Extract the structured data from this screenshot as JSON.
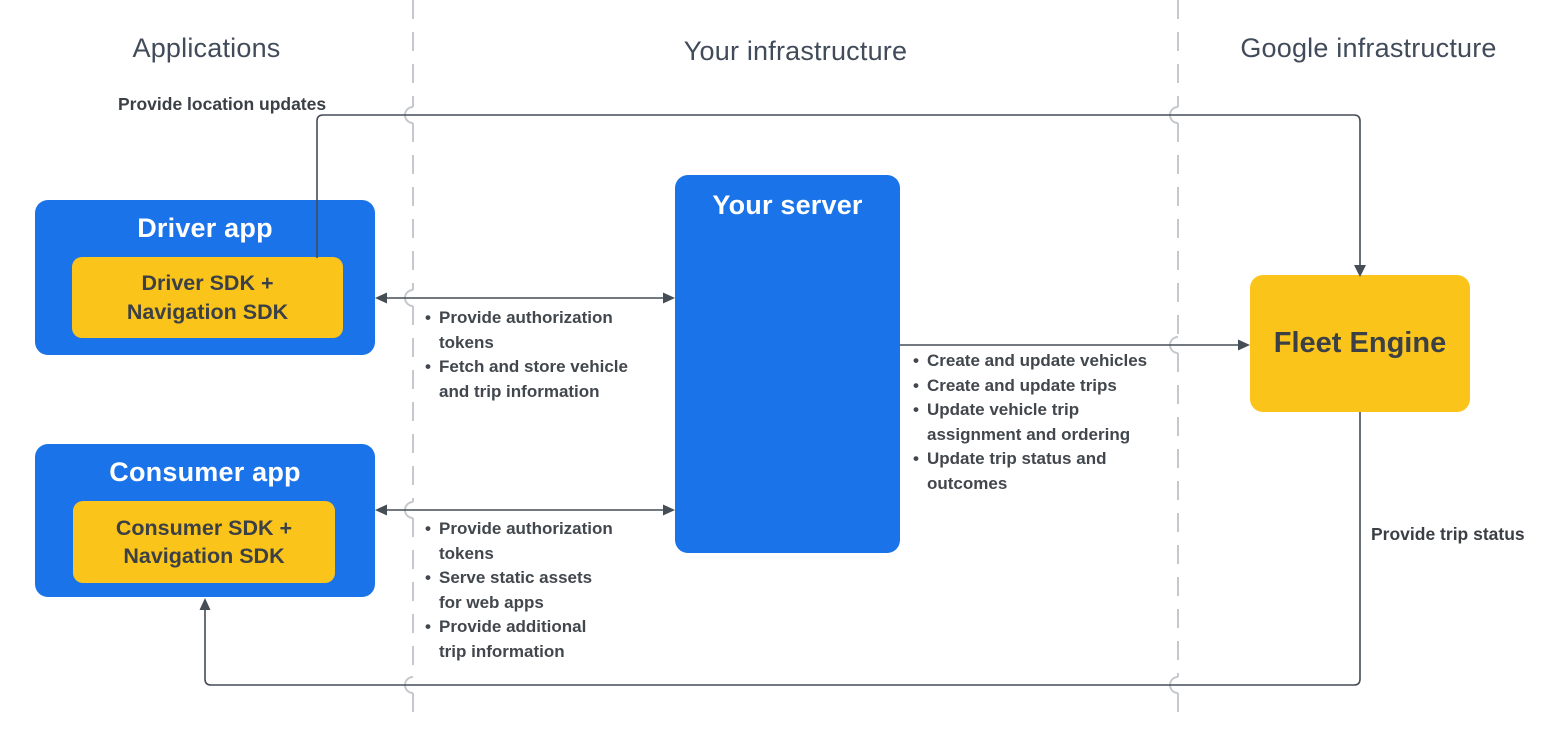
{
  "columns": {
    "applications": "Applications",
    "your_infrastructure": "Your infrastructure",
    "google_infrastructure": "Google infrastructure"
  },
  "nodes": {
    "driver_app": {
      "title": "Driver app",
      "sdk": "Driver SDK +\nNavigation SDK"
    },
    "consumer_app": {
      "title": "Consumer app",
      "sdk": "Consumer SDK +\nNavigation SDK"
    },
    "your_server": {
      "title": "Your server"
    },
    "fleet_engine": {
      "title": "Fleet Engine"
    }
  },
  "edge_labels": {
    "provide_location_updates": "Provide location updates",
    "provide_trip_status": "Provide trip status"
  },
  "bullet_lists": {
    "driver_server": {
      "items": [
        "Provide authorization\ntokens",
        "Fetch and store vehicle\nand trip information"
      ]
    },
    "consumer_server": {
      "items": [
        "Provide authorization\ntokens",
        "Serve static assets\nfor web apps",
        "Provide additional\ntrip information"
      ]
    },
    "server_fleet": {
      "items": [
        "Create and update vehicles",
        "Create and update trips",
        "Update vehicle trip\nassignment and ordering",
        "Update trip status and\noutcomes"
      ]
    }
  },
  "colors": {
    "node_blue": "#1A73E8",
    "node_yellow": "#FBC41A",
    "line": "#454D57",
    "divider": "#C5C8CD",
    "text_dark": "#3B4046",
    "header_text": "#414B5A",
    "title_on_blue": "#FFFFFF"
  }
}
